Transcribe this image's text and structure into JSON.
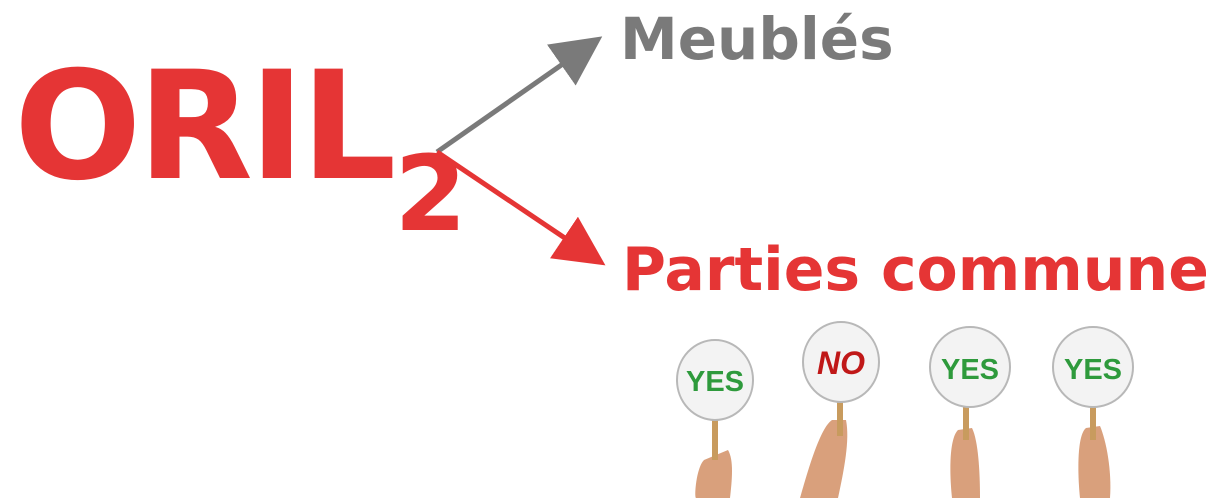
{
  "title": {
    "main": "ORIL",
    "subscript": "2"
  },
  "branches": {
    "top": {
      "label": "Meublés"
    },
    "bottom": {
      "label": "Parties communes"
    }
  },
  "signs": [
    {
      "text": "YES"
    },
    {
      "text": "NO"
    },
    {
      "text": "YES"
    },
    {
      "text": "YES"
    }
  ],
  "colors": {
    "primary_red": "#e53535",
    "gray": "#7a7a7a",
    "yes_green": "#2e9a3c",
    "no_red": "#c01818",
    "skin": "#d9a07c",
    "stick": "#c89b5e"
  }
}
